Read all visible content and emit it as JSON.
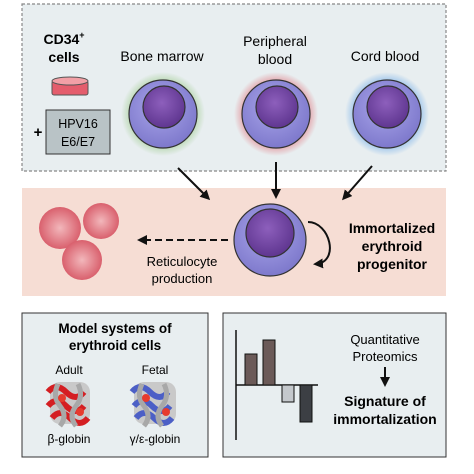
{
  "top_panel": {
    "cd34_line1": "CD34",
    "cd34_sup": "+",
    "cd34_line2": "cells",
    "plus_sign": "+",
    "hpv_line1": "HPV16",
    "hpv_line2": "E6/E7",
    "sources": [
      {
        "line1": "Bone marrow",
        "line2": "",
        "halo_color": "#8fc47a"
      },
      {
        "line1": "Peripheral",
        "line2": "blood",
        "halo_color": "#e0606a"
      },
      {
        "line1": "Cord blood",
        "line2": "",
        "halo_color": "#5aa0e8"
      }
    ]
  },
  "middle_panel": {
    "reticulocyte_line1": "Reticulocyte",
    "reticulocyte_line2": "production",
    "progenitor_line1": "Immortalized",
    "progenitor_line2": "erythroid",
    "progenitor_line3": "progenitor"
  },
  "bottom_left": {
    "title_line1": "Model systems of",
    "title_line2": "erythroid cells",
    "adult_label": "Adult",
    "fetal_label": "Fetal",
    "adult_globin": "β-globin",
    "fetal_globin": "γ/ε-globin"
  },
  "bottom_right": {
    "method_line1": "Quantitative",
    "method_line2": "Proteomics",
    "result_line1": "Signature of",
    "result_line2": "immortalization"
  },
  "colors": {
    "top_bg": "#e8eef0",
    "middle_bg": "#f6ddd4",
    "bottom_bg": "#e8eef0",
    "cell_outer": "#8f8ad8",
    "nucleus": "#7a4ea8",
    "rbc": "#e47c86"
  }
}
